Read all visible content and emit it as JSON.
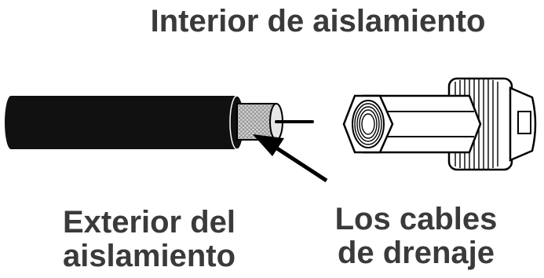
{
  "title": "Interior de aislamiento",
  "labels": {
    "outer_line1": "Exterior del",
    "outer_line2": "aislamiento",
    "drain_line1": "Los cables",
    "drain_line2": "de drenaje"
  },
  "colors": {
    "text": "#3a3a3a",
    "cable_jacket": "#111111",
    "braid": "#bdbdbd",
    "line": "#000000",
    "background": "#ffffff"
  },
  "icons": [
    "arrow-icon"
  ]
}
